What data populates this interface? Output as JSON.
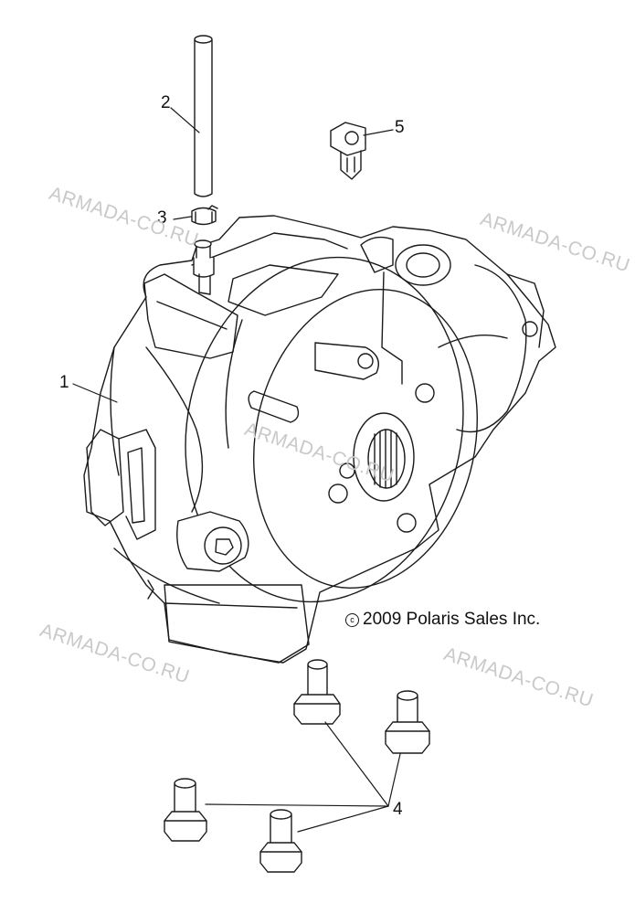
{
  "watermark_text": "ARMADA-CO.RU",
  "copyright": {
    "symbol": "c",
    "text": "2009 Polaris Sales Inc."
  },
  "callouts": {
    "c1": "1",
    "c2": "2",
    "c3": "3",
    "c4": "4",
    "c5": "5"
  },
  "colors": {
    "line": "#1a1a1a",
    "watermark": "#c9c9c9",
    "background": "#ffffff"
  }
}
